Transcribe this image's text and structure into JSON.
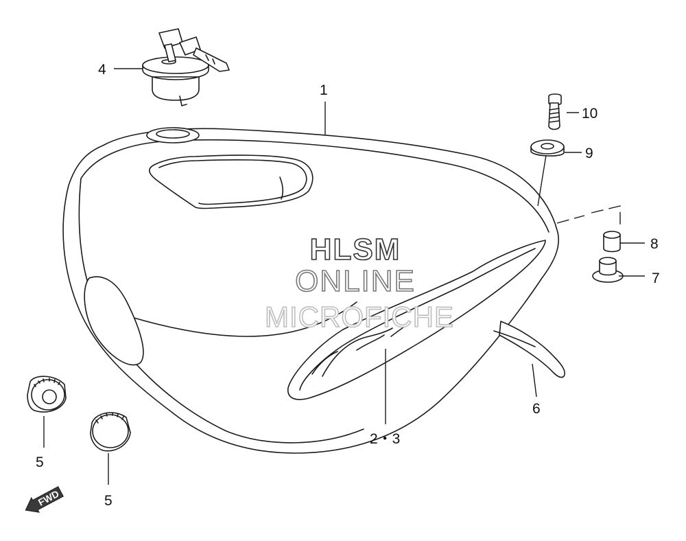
{
  "callouts": {
    "p1": "1",
    "p23": "2・3",
    "p4": "4",
    "p5a": "5",
    "p5b": "5",
    "p6": "6",
    "p7": "7",
    "p8": "8",
    "p9": "9",
    "p10": "10"
  },
  "watermark": {
    "line1": "HLSM",
    "line2": "ONLINE",
    "line3": "MICROFICHE"
  },
  "fwd_label": "FWD",
  "colors": {
    "line": "#1a1a1a",
    "background": "#ffffff",
    "watermark_dark": "#333333",
    "watermark_mid": "#777777",
    "watermark_light": "#bdbdbd",
    "fwd_arrow": "#3a3a3a"
  }
}
